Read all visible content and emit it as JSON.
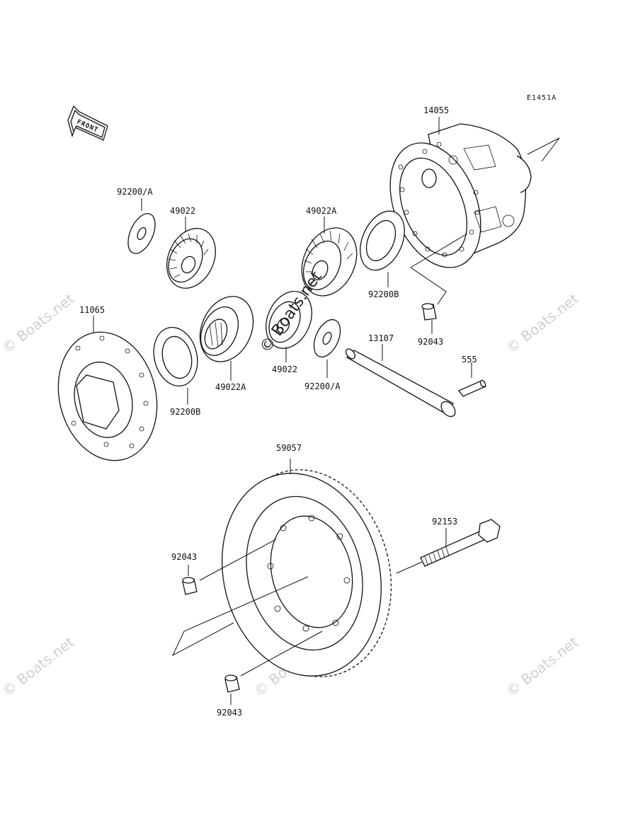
{
  "diagram_code": "E1451A",
  "front_label": "FRONT",
  "watermark": "© Boats.net",
  "parts": {
    "p14055": "14055",
    "p92200a_top": "92200/A",
    "p49022_top": "49022",
    "p49022a_top": "49022A",
    "p92200b_right": "92200B",
    "p11065": "11065",
    "p92043_top": "92043",
    "p13107": "13107",
    "p555": "555",
    "p49022a_mid": "49022A",
    "p49022_mid": "49022",
    "p92200a_mid": "92200/A",
    "p92200b_left": "92200B",
    "p59057": "59057",
    "p92153": "92153",
    "p92043_left": "92043",
    "p92043_bottom": "92043"
  }
}
